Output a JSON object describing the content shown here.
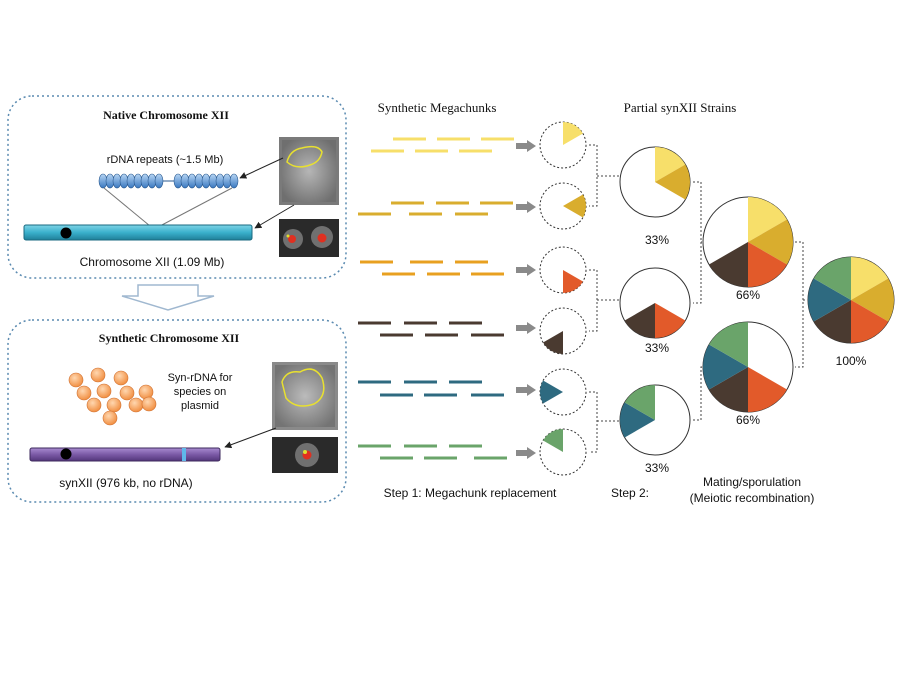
{
  "native_panel": {
    "title": "Native Chromosome XII",
    "rdna_label": "rDNA repeats (~1.5 Mb)",
    "chromosome_label": "Chromosome XII (1.09 Mb)"
  },
  "synthetic_panel": {
    "title": "Synthetic Chromosome XII",
    "plasmid_label_lines": [
      "Syn-rDNA for",
      "species on",
      "plasmid"
    ],
    "chromosome_label": "synXII (976 kb, no rDNA)"
  },
  "headers": {
    "megachunks": "Synthetic Megachunks",
    "partial_strains": "Partial synXII Strains"
  },
  "steps": {
    "step1": "Step 1: Megachunk replacement",
    "step2_label": "Step 2:",
    "step2_desc_lines": [
      "Mating/sporulation",
      "(Meiotic recombination)"
    ]
  },
  "percentages": {
    "stage1_top": "33%",
    "stage1_mid": "33%",
    "stage1_bot": "33%",
    "stage2_top": "66%",
    "stage2_bot": "66%",
    "final": "100%"
  },
  "colors": {
    "light_yellow": "#f7df6a",
    "gold": "#d9ad2e",
    "orange": "#e8a020",
    "red_orange": "#e25a2a",
    "dark_brown": "#4a3a30",
    "teal": "#2e6a80",
    "green": "#6aa46a",
    "chromosome_native": "#3ab0cc",
    "chromosome_synthetic": "#7b5aa6",
    "rdna_blue": "#4a8ad0",
    "panel_border": "#5a8ab0"
  },
  "icons": [
    "arrow-right-icon",
    "down-arrow-icon",
    "centromere-icon",
    "cell-micrograph-icon"
  ]
}
